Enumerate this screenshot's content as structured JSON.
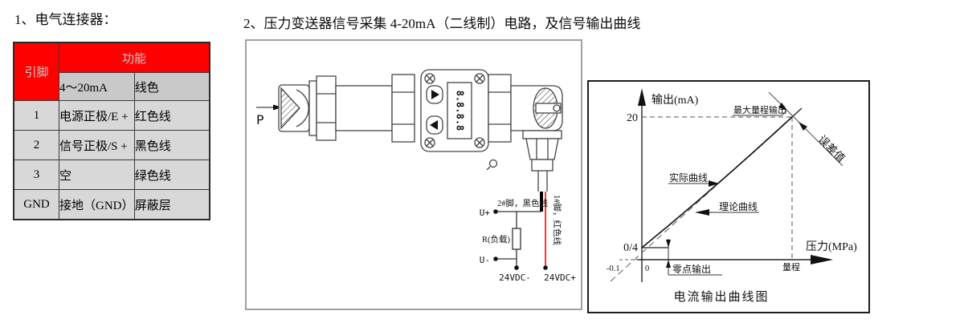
{
  "section1": {
    "title": "1、电气连接器："
  },
  "section2": {
    "title": "2、压力变送器信号采集 4-20mA（二线制）电路，及信号输出曲线"
  },
  "table": {
    "header": {
      "pin": "引脚",
      "function": "功能",
      "signal": "4～20mA",
      "wire_color": "线色"
    },
    "rows": [
      {
        "pin": "1",
        "function": "电源正极/E +",
        "color": "红色线"
      },
      {
        "pin": "2",
        "function": "信号正极/S +",
        "color": "黑色线"
      },
      {
        "pin": "3",
        "function": "空",
        "color": "绿色线"
      },
      {
        "pin": "GND",
        "function": "接地（GND）",
        "color": "屏蔽层"
      }
    ]
  },
  "circuit": {
    "pressure_label": "P",
    "display_value": "8.8.8.8",
    "wire2_label": "2#脚，黑色线",
    "wire1_label": "1#脚，红色线",
    "u_plus": "U+",
    "u_minus": "U-",
    "load_label": "R(负载)",
    "vdc_minus": "24VDC-",
    "vdc_plus": "24VDC+"
  },
  "chart": {
    "y_axis_label": "输出(mA)",
    "x_axis_label": "压力(MPa)",
    "y_tick_20": "20",
    "zero_four": "0/4",
    "neg_tick": "-0.1",
    "zero_tick": "0",
    "max_output_label": "最大量程输出",
    "error_label": "误差值",
    "actual_curve_label": "实际曲线",
    "theory_curve_label": "理论曲线",
    "zero_output_label": "零点输出",
    "range_label": "量程",
    "caption": "电流输出曲线图"
  },
  "colors": {
    "header_red": "#ff0000",
    "header_text": "#c9c9c9",
    "subheader_bg": "#c9c9c9",
    "body_bg": "#d8d8d8",
    "wire_red": "#ff0000",
    "wire_black": "#000000"
  }
}
